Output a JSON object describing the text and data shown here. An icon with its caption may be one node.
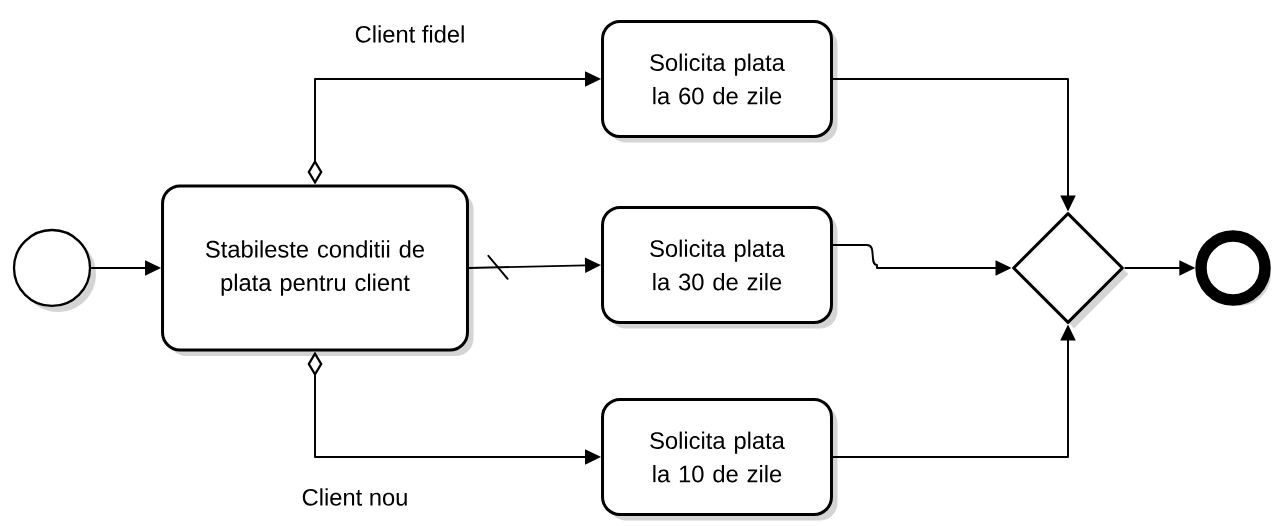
{
  "diagram": {
    "nodes": [
      {
        "text": [],
        "shape": "circle"
      },
      {
        "text": [
          "Stabileste conditii de plata pentru client"
        ]
      },
      {
        "text": [
          "Solicita plata la 60 de zile"
        ]
      },
      {
        "text": [
          "Solicita plata la 30 de zile"
        ]
      },
      {
        "text": [
          "Solicita plata la 10 de zile"
        ]
      },
      {
        "text": [],
        "shape": "diamond"
      },
      {
        "text": [],
        "shape": "circle"
      }
    ],
    "edges": [
      {
        "from": 0,
        "to": 1,
        "arrow": "to"
      },
      {
        "from": 1,
        "to": 2,
        "arrow": "to",
        "label": "Client fidel"
      },
      {
        "from": 1,
        "to": 3,
        "arrow": "to"
      },
      {
        "from": 1,
        "to": 4,
        "arrow": "to",
        "label": "Client nou"
      },
      {
        "from": 2,
        "to": 5,
        "arrow": "to"
      },
      {
        "from": 3,
        "to": 5,
        "arrow": "to"
      },
      {
        "from": 4,
        "to": 5,
        "arrow": "to"
      },
      {
        "from": 5,
        "to": 6,
        "arrow": "to"
      }
    ]
  }
}
